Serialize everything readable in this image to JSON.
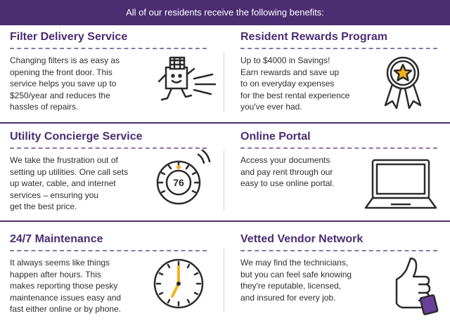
{
  "banner": {
    "text": "All of our residents receive the following benefits:"
  },
  "benefits": [
    {
      "title": "Filter Delivery Service",
      "lines": [
        "Changing filters is as easy as",
        "opening the front door. This",
        "service helps you save up to",
        "$250/year and reduces the",
        "hassles of repairs."
      ],
      "icon": "filter-box-running-icon"
    },
    {
      "title": "Resident Rewards Program",
      "lines": [
        "Up to $4000 in Savings!",
        "Earn rewards and save up",
        "to on everyday expenses",
        "for the best rental experience",
        "you've ever had."
      ],
      "icon": "award-ribbon-star-icon"
    },
    {
      "title": "Utility Concierge Service",
      "lines": [
        "We take the frustration out of",
        "setting up utilities. One call sets",
        "up water, cable, and internet",
        "services – ensuring you",
        "get the best price."
      ],
      "icon": "thermostat-icon",
      "icon_text": "76"
    },
    {
      "title": "Online Portal",
      "lines": [
        "Access your documents",
        "and pay rent through our",
        "easy to use online portal."
      ],
      "icon": "laptop-icon"
    },
    {
      "title": "24/7 Maintenance",
      "lines": [
        "It always seems like things",
        "happen after hours. This",
        "makes reporting those pesky",
        "maintenance issues easy and",
        "fast either online or by phone."
      ],
      "icon": "clock-icon"
    },
    {
      "title": "Vetted Vendor Network",
      "lines": [
        "We may find the technicians,",
        "but you can feel safe knowing",
        "they're reputable, licensed,",
        "and insured for every job."
      ],
      "icon": "thumbs-up-icon"
    }
  ],
  "colors": {
    "brand_purple": "#4b2d72",
    "accent_gold": "#f2b21b",
    "text": "#2e2e2e"
  }
}
